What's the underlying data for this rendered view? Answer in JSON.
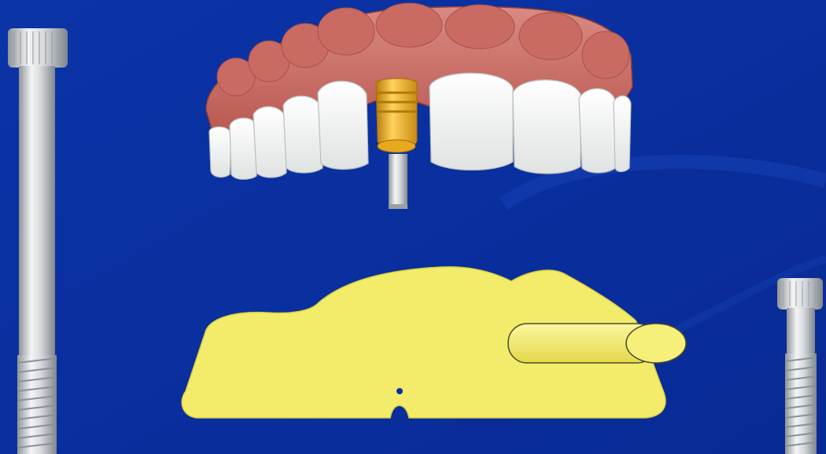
{
  "scene": {
    "description_colors": {
      "background": "#0a2fa0",
      "gum": "#c76a63",
      "tooth": "#f2f4f2",
      "abutment_gold": "#f2b01e",
      "screw_metal": "#cfd3d6",
      "guide_yellow": "#f3ec6a"
    },
    "objects": [
      {
        "name": "long-screw",
        "icon": "screw-icon"
      },
      {
        "name": "upper-dental-arch",
        "icon": "tooth-arch-icon"
      },
      {
        "name": "gold-abutment",
        "icon": "implant-abutment-icon"
      },
      {
        "name": "surgical-guide-plate",
        "icon": "guide-plate-icon"
      },
      {
        "name": "guide-sleeve-cylinder",
        "icon": "cylinder-icon"
      },
      {
        "name": "short-screw",
        "icon": "screw-icon"
      }
    ]
  }
}
